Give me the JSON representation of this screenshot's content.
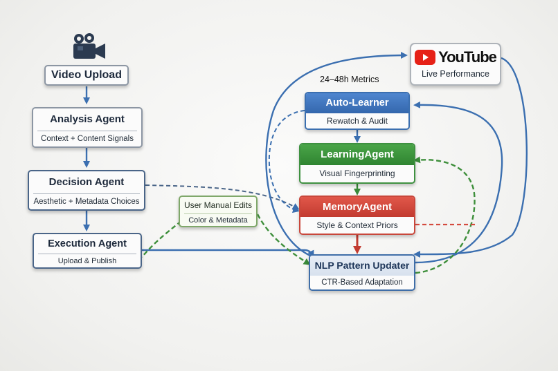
{
  "colors": {
    "flow_blue": "#3b6fb0",
    "auto_learner": "#3b78c4",
    "learning_agent": "#3a9a3d",
    "memory_agent": "#d44a3e",
    "manual_edits_dash": "#3e8f3b",
    "youtube_red": "#e62117"
  },
  "icons": {
    "video_upload": "video-camera-icon",
    "youtube": "youtube-play-icon"
  },
  "nodes": {
    "video_upload": {
      "title": "Video Upload"
    },
    "analysis_agent": {
      "title": "Analysis Agent",
      "subtitle": "Context + Content Signals"
    },
    "decision_agent": {
      "title": "Decision Agent",
      "subtitle": "Aesthetic + Metadata Choices"
    },
    "execution_agent": {
      "title": "Execution Agent",
      "subtitle": "Upload & Publish"
    },
    "user_manual_edits": {
      "title": "User Manual Edits",
      "subtitle": "Color & Metadata"
    },
    "youtube": {
      "brand": "YouTube",
      "subtitle": "Live Performance"
    },
    "auto_learner": {
      "title": "Auto-Learner",
      "subtitle": "Rewatch & Audit"
    },
    "learning_agent": {
      "title": "LearningAgent",
      "subtitle": "Visual Fingerprinting"
    },
    "memory_agent": {
      "title": "MemoryAgent",
      "subtitle": "Style & Context Priors"
    },
    "nlp_pattern_updater": {
      "title": "NLP Pattern Updater",
      "subtitle": "CTR-Based Adaptation"
    }
  },
  "labels": {
    "metrics_window": "24–48h Metrics"
  }
}
